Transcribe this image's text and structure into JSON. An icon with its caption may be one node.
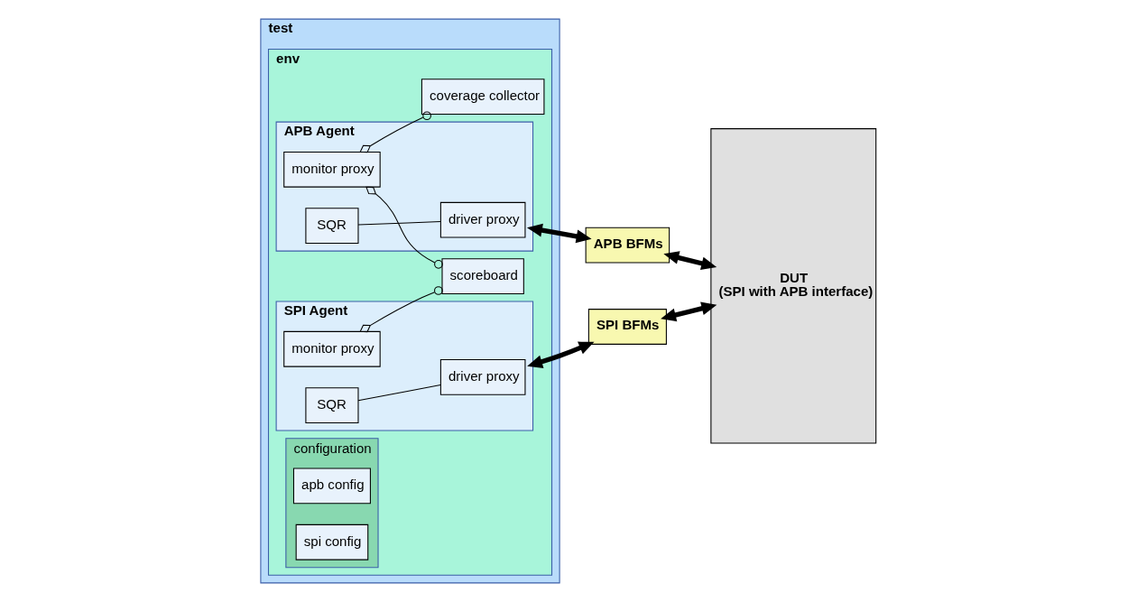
{
  "diagram": {
    "nodes": [
      {
        "text": [
          "test"
        ]
      },
      {
        "text": [
          "env"
        ],
        "in": 0
      },
      {
        "text": [
          "coverage collector"
        ],
        "in": 1
      },
      {
        "text": [
          "scoreboard"
        ],
        "in": 1
      },
      {
        "text": [
          "APB Agent"
        ],
        "in": 1
      },
      {
        "text": [
          "monitor proxy"
        ],
        "in": 4
      },
      {
        "text": [
          "SQR"
        ],
        "in": 4
      },
      {
        "text": [
          "driver proxy"
        ],
        "in": 4
      },
      {
        "text": [
          "SPI Agent"
        ],
        "in": 1
      },
      {
        "text": [
          "monitor proxy"
        ],
        "in": 8
      },
      {
        "text": [
          "SQR"
        ],
        "in": 8
      },
      {
        "text": [
          "driver proxy"
        ],
        "in": 8
      },
      {
        "text": [
          "configuration"
        ],
        "in": 1
      },
      {
        "text": [
          "apb config"
        ],
        "in": 12
      },
      {
        "text": [
          "spi config"
        ],
        "in": 12
      },
      {
        "text": [
          "APB BFMs"
        ]
      },
      {
        "text": [
          "SPI BFMs"
        ]
      },
      {
        "text": [
          "DUT",
          "(SPI with APB interface)"
        ]
      }
    ],
    "edges": [
      {
        "from": 5,
        "to": 3,
        "arrow": "other"
      },
      {
        "from": 5,
        "to": 2,
        "arrow": "other"
      },
      {
        "from": 9,
        "to": 3,
        "arrow": "other"
      },
      {
        "from": 6,
        "to": 7,
        "arrow": "none"
      },
      {
        "from": 10,
        "to": 11,
        "arrow": "none"
      },
      {
        "from": 4,
        "to": 15,
        "arrow": "both",
        "style": "thick"
      },
      {
        "from": 15,
        "to": 17,
        "arrow": "both",
        "style": "thick"
      },
      {
        "from": 8,
        "to": 16,
        "arrow": "both",
        "style": "thick"
      },
      {
        "from": 16,
        "to": 17,
        "arrow": "both",
        "style": "thick"
      }
    ]
  }
}
